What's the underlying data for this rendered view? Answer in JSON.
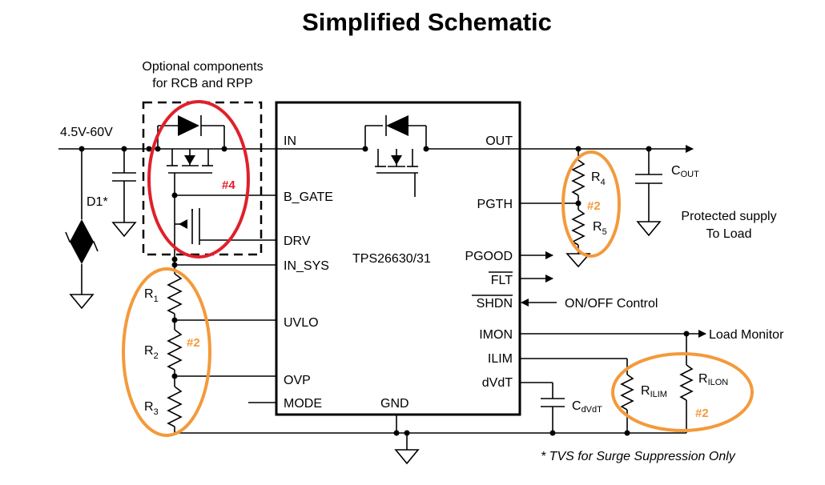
{
  "title": "Simplified Schematic",
  "optional_note": [
    "Optional components",
    "for RCB and RPP"
  ],
  "input_voltage": "4.5V-60V",
  "tvs_label": "D1*",
  "ic": {
    "name": "TPS26630/31",
    "pins_left": [
      "IN",
      "B_GATE",
      "DRV",
      "IN_SYS",
      "UVLO",
      "OVP",
      "MODE"
    ],
    "pins_right": [
      "OUT",
      "PGTH",
      "PGOOD",
      "FLT",
      "SHDN",
      "IMON",
      "ILIM",
      "dVdT"
    ],
    "pin_bottom": "GND"
  },
  "components": {
    "r1": {
      "base": "R",
      "sub": "1"
    },
    "r2": {
      "base": "R",
      "sub": "2"
    },
    "r3": {
      "base": "R",
      "sub": "3"
    },
    "r4": {
      "base": "R",
      "sub": "4"
    },
    "r5": {
      "base": "R",
      "sub": "5"
    },
    "rilim": {
      "base": "R",
      "sub": "ILIM"
    },
    "rilon": {
      "base": "R",
      "sub": "ILON"
    },
    "cout": {
      "base": "C",
      "sub": "OUT"
    },
    "cdvdt": {
      "base": "C",
      "sub": "dVdT"
    }
  },
  "labels": {
    "protected": [
      "Protected supply",
      "To Load"
    ],
    "onoff": "ON/OFF Control",
    "load_monitor": "Load Monitor",
    "footnote": "* TVS for Surge Suppression Only"
  },
  "tags": {
    "red": "#4",
    "orange_uvlo": "#2",
    "orange_pgth": "#2",
    "orange_ilim": "#2"
  },
  "colors": {
    "red_highlight": "#e0202a",
    "orange_highlight": "#f39a3c"
  }
}
